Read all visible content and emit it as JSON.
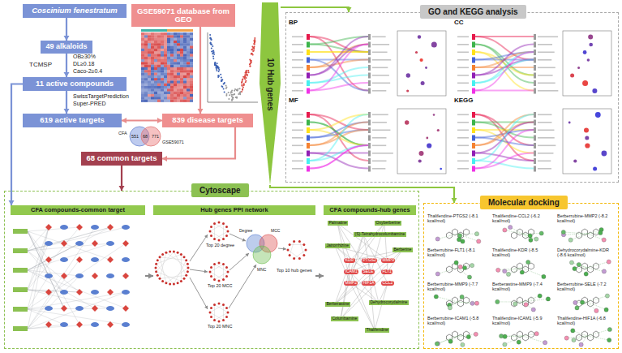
{
  "diagram": {
    "nodes": [
      {
        "text": [
          "Coscinium fenestratum"
        ]
      },
      {
        "text": [
          "49 alkaloids"
        ]
      },
      {
        "text": [
          "11 active compounds"
        ]
      },
      {
        "text": [
          "619 active targets"
        ]
      },
      {
        "text": [
          "GSE59071 database from GEO"
        ]
      },
      {
        "text": [
          "839 disease targets"
        ]
      },
      {
        "text": [
          "68 common targets"
        ]
      },
      {
        "text": [
          "Cytoscape"
        ]
      },
      {
        "text": [
          "CFA compounds-common target"
        ],
        "in": 7
      },
      {
        "text": [
          "Hub genes PPI network"
        ],
        "in": 7
      },
      {
        "text": [
          "CFA compounds-hub genes"
        ],
        "in": 7
      },
      {
        "text": [
          "10 Hub genes"
        ]
      },
      {
        "text": [
          "GO and KEGG analysis"
        ]
      },
      {
        "text": [
          "Molecular docking"
        ]
      }
    ],
    "edges": [
      {
        "from": 0,
        "to": 1,
        "arrow": "to"
      },
      {
        "from": 1,
        "to": 2,
        "arrow": "to"
      },
      {
        "from": 2,
        "to": 3,
        "arrow": "to"
      },
      {
        "from": 4,
        "to": 5,
        "arrow": "to"
      },
      {
        "from": 3,
        "to": 5,
        "arrow": "both"
      },
      {
        "from": 5,
        "to": 6,
        "arrow": "to"
      },
      {
        "from": 6,
        "to": 7,
        "arrow": "to"
      },
      {
        "from": 2,
        "to": 8,
        "arrow": "to"
      },
      {
        "from": 8,
        "to": 9,
        "arrow": "to"
      },
      {
        "from": 9,
        "to": 10,
        "arrow": "to"
      },
      {
        "from": 11,
        "to": 12,
        "arrow": "to"
      },
      {
        "from": 11,
        "to": 13,
        "arrow": "to"
      }
    ],
    "labels": [
      "TCMSP",
      "OB≥30%",
      "DL≥0.18",
      "Caco-2≥0.4",
      "SwissTargetPrediction",
      "Super-PRED",
      "CFA",
      "551",
      "68",
      "771",
      "GSE59071",
      "Top 20 degree",
      "Top 20 MCC",
      "Top 20 MNC",
      "Degree",
      "MCC",
      "MNC",
      "Top 10 hub genes",
      "Palmatine",
      "Oxyberberine",
      "(S)-Tetrahydrocolumbamine",
      "Jatrorrhizine",
      "Berberine",
      "Dehydrocorydalmine",
      "Berberastine",
      "Columbamine",
      "Thalifendine",
      "KDR",
      "PTGS2",
      "MMP9",
      "ICAM1",
      "SELE",
      "FLT1",
      "MMP2",
      "HIF1A",
      "CCL2",
      "BP",
      "CC",
      "MF",
      "KEGG",
      "Thalifendine-PTGS2 (-8.1 kcal/mol)",
      "Thalifendine-CCL2 (-6.2 kcal/mol)",
      "Berberrubine-MMP2 (-8.2 kcal/mol)",
      "Berberrubine-FLT1 (-8.1 kcal/mol)",
      "Thalifendine-KDR (-8.5 kcal/mol)",
      "Dehydrocorydalmine-KDR (-8.6 kcal/mol)",
      "Berberrubine-MMP9 (-7.7 kcal/mol)",
      "Berberastine-MMP9 (-7.4 kcal/mol)",
      "Berberrubine-SELE (-7.2 kcal/mol)",
      "Berberrubine-ICAM1 (-5.8 kcal/mol)",
      "Thalifendine-ICAM1 (-5.9 kcal/mol)",
      "Thalifendine-HIF1A (-6.8 kcal/mol)"
    ]
  }
}
